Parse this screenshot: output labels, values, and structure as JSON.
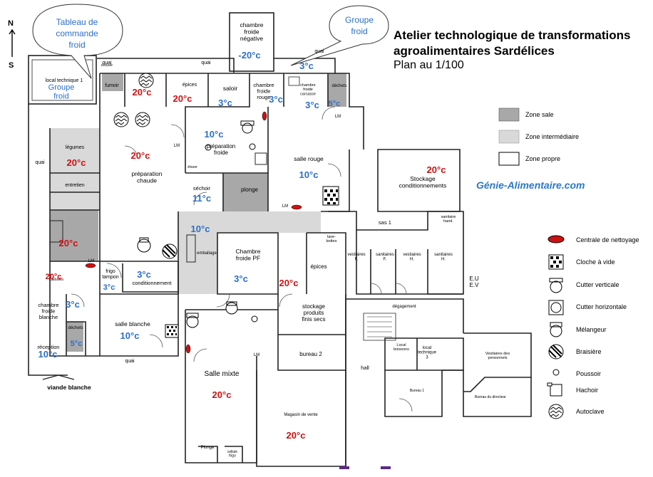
{
  "title": {
    "line1": "Atelier technologique de transformations",
    "line2": "agroalimentaires Sardélices",
    "line3": "Plan au 1/100"
  },
  "website": "Génie-Alimentaire.com",
  "compass": {
    "north": "N",
    "south": "S"
  },
  "callouts": [
    {
      "id": "tableau",
      "text": [
        "Tableau de",
        "commande",
        "froid"
      ]
    },
    {
      "id": "groupe",
      "text": [
        "Groupe",
        "froid"
      ]
    }
  ],
  "colors": {
    "temp_hot": "#cc1111",
    "temp_cold": "#2b6fc8",
    "zone_sale": "#a8a8a8",
    "zone_intermediaire": "#d9d9d9",
    "wall": "#222222",
    "legend_red": "#cc1111",
    "website": "#2b78c5"
  },
  "zone_legend": [
    {
      "key": "sale",
      "label": "Zone sale"
    },
    {
      "key": "intermediaire",
      "label": "Zone intermédiaire"
    },
    {
      "key": "propre",
      "label": "Zone propre"
    }
  ],
  "equipment_legend": [
    {
      "icon": "cleaning-station-icon",
      "label": "Centrale de nettoyage"
    },
    {
      "icon": "vacuum-bell-icon",
      "label": "Cloche à vide"
    },
    {
      "icon": "vertical-cutter-icon",
      "label": "Cutter verticale"
    },
    {
      "icon": "horizontal-cutter-icon",
      "label": "Cutter horizontale"
    },
    {
      "icon": "mixer-icon",
      "label": "Mélangeur"
    },
    {
      "icon": "braising-pan-icon",
      "label": "Braisière"
    },
    {
      "icon": "pusher-icon",
      "label": "Poussoir"
    },
    {
      "icon": "mincer-icon",
      "label": "Hachoir"
    },
    {
      "icon": "autoclave-icon",
      "label": "Autoclave"
    }
  ],
  "rooms": [
    {
      "name": "chambre\nfroide\nnégative"
    },
    {
      "name": "local technique 1"
    },
    {
      "name": "fumoir"
    },
    {
      "name": "épices"
    },
    {
      "name": "saloir"
    },
    {
      "name": "chambre\nfroide\nrouge"
    },
    {
      "name": "chambre\nfroide\ncarcasse"
    },
    {
      "name": "déchets"
    },
    {
      "name": "légumes"
    },
    {
      "name": "préparation\nchaude"
    },
    {
      "name": "préparation\nfroide"
    },
    {
      "name": "salle rouge"
    },
    {
      "name": "entretien"
    },
    {
      "name": "séchoir"
    },
    {
      "name": "plonge"
    },
    {
      "name": "Stockage\nconditionnements"
    },
    {
      "name": "sas 1"
    },
    {
      "name": "lave-\nbottes"
    },
    {
      "name": "vestiaires\nF."
    },
    {
      "name": "sanitaires\nF."
    },
    {
      "name": "vestiaires\nH."
    },
    {
      "name": "sanitaires\nH."
    },
    {
      "name": "sanitaire\nhand."
    },
    {
      "name": "Chambre\nfroide PF"
    },
    {
      "name": "épices"
    },
    {
      "name": "frigo\ntampon"
    },
    {
      "name": "conditionnement"
    },
    {
      "name": "emballage"
    },
    {
      "name": "caisses"
    },
    {
      "name": "chambre\nfroide\nblanche"
    },
    {
      "name": "salle blanche"
    },
    {
      "name": "stockage\nproduits\nfinis secs"
    },
    {
      "name": "dégagement"
    },
    {
      "name": "déchets"
    },
    {
      "name": "réception"
    },
    {
      "name": "Salle mixte"
    },
    {
      "name": "bureau 2"
    },
    {
      "name": "Local\nboissons"
    },
    {
      "name": "local\ntechnique\n3"
    },
    {
      "name": "Vestiaires des\npersonnels"
    },
    {
      "name": "hall"
    },
    {
      "name": "Bureau 1"
    },
    {
      "name": "Bureau du directeur"
    },
    {
      "name": "Magasin de vente"
    },
    {
      "name": "Plonge"
    },
    {
      "name": "cellule\nfrigo"
    },
    {
      "name": "viande blanche"
    },
    {
      "name": "Groupe\nfroid"
    },
    {
      "name": "E.U\nE.V"
    }
  ],
  "small_labels": {
    "quai": "quai",
    "lm": "LM",
    "etuve": "étuve",
    "ecluse": "écluse"
  },
  "temperatures": [
    {
      "value": "-20°c",
      "type": "cold"
    },
    {
      "value": "3°c",
      "type": "cold"
    },
    {
      "value": "20°c",
      "type": "hot"
    },
    {
      "value": "20°c",
      "type": "hot"
    },
    {
      "value": "3°c",
      "type": "cold"
    },
    {
      "value": "3°c",
      "type": "cold"
    },
    {
      "value": "3°c",
      "type": "cold"
    },
    {
      "value": "5°c",
      "type": "cold"
    },
    {
      "value": "10°c",
      "type": "cold"
    },
    {
      "value": "20°c",
      "type": "hot"
    },
    {
      "value": "20°c",
      "type": "hot"
    },
    {
      "value": "10°c",
      "type": "cold"
    },
    {
      "value": "20°c",
      "type": "hot"
    },
    {
      "value": "11°c",
      "type": "cold"
    },
    {
      "value": "10°c",
      "type": "cold"
    },
    {
      "value": "20°c",
      "type": "hot"
    },
    {
      "value": "20°c",
      "type": "hot"
    },
    {
      "value": "3°c",
      "type": "cold"
    },
    {
      "value": "3°c",
      "type": "cold"
    },
    {
      "value": "3°c",
      "type": "cold"
    },
    {
      "value": "20°c",
      "type": "hot"
    },
    {
      "value": "3°c",
      "type": "cold"
    },
    {
      "value": "10°c",
      "type": "cold"
    },
    {
      "value": "5°c",
      "type": "cold"
    },
    {
      "value": "10°c",
      "type": "cold"
    },
    {
      "value": "20°c",
      "type": "hot"
    },
    {
      "value": "20°c",
      "type": "hot"
    }
  ]
}
